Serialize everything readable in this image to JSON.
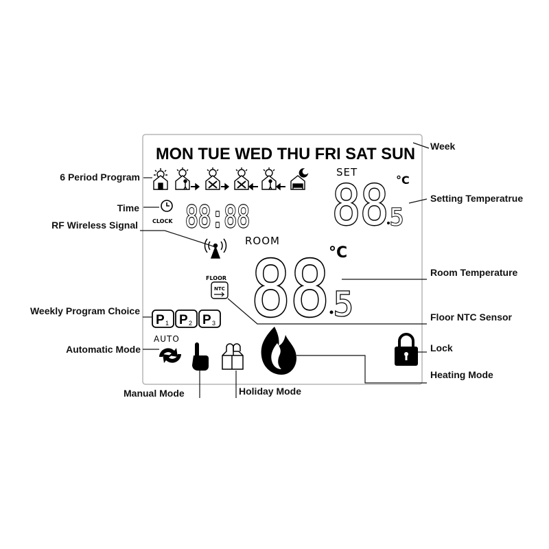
{
  "lcd": {
    "weekdays": [
      "MON",
      "TUE",
      "WED",
      "THU",
      "FRI",
      "SAT",
      "SUN"
    ],
    "clock_label": "CLOCK",
    "clock_digits": "88:88",
    "set_label": "SET",
    "set_temp_int": "88",
    "set_temp_dec": "5",
    "room_label": "ROOM",
    "room_temp_int": "88",
    "room_temp_dec": "5",
    "unit": "°C",
    "floor_label": "FLOOR",
    "ntc_label": "NTC",
    "auto_label": "AUTO",
    "programs": [
      {
        "letter": "P",
        "num": "1"
      },
      {
        "letter": "P",
        "num": "2"
      },
      {
        "letter": "P",
        "num": "3"
      }
    ]
  },
  "callouts": {
    "week": "Week",
    "six_period": "6 Period Program",
    "time": "Time",
    "rf_wireless": "RF Wireless Signal",
    "setting_temp": "Setting Temperatrue",
    "room_temp": "Room Temperature",
    "weekly_program": "Weekly Program Choice",
    "floor_ntc": "Floor NTC Sensor",
    "automatic_mode": "Automatic Mode",
    "lock": "Lock",
    "heating_mode": "Heating Mode",
    "manual_mode": "Manual Mode",
    "holiday_mode": "Holiday Mode"
  }
}
